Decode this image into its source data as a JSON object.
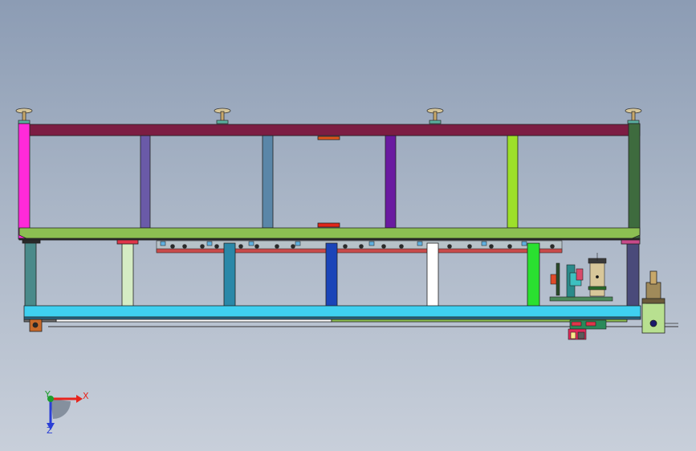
{
  "triad": {
    "x_label": "X",
    "y_label": "Y",
    "z_label": "Z"
  },
  "colors": {
    "background_top": "#8c9cb4",
    "background_bottom": "#c8cfda",
    "top_beam": "#7c1d43",
    "lower_beam": "#8cbf52",
    "base_rail": "#3fd0f0",
    "left_post": "#ff2ad9",
    "right_post": "#3e6b3e",
    "mounting_pad": "#d8c79a",
    "x_axis": "#e8241c",
    "y_axis": "#1e9e2e",
    "z_axis": "#2a3fd6"
  },
  "icons": {
    "triad": "coordinate-triad-icon",
    "motor": "motor-icon"
  }
}
